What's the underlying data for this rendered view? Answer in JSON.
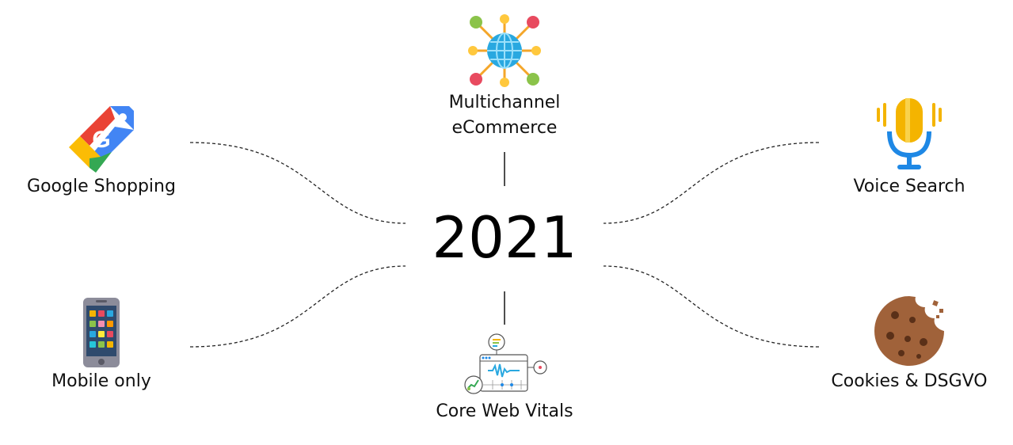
{
  "center": {
    "label": "2021"
  },
  "topics": {
    "multichannel": {
      "line1": "Multichannel",
      "line2": "eCommerce",
      "icon": "network-globe-icon"
    },
    "google_shopping": {
      "label": "Google Shopping",
      "icon": "google-shopping-tag-icon"
    },
    "voice_search": {
      "label": "Voice Search",
      "icon": "microphone-icon"
    },
    "mobile_only": {
      "label": "Mobile only",
      "icon": "smartphone-icon"
    },
    "cookies": {
      "label": "Cookies & DSGVO",
      "icon": "cookie-icon"
    },
    "core_web_vitals": {
      "label": "Core Web Vitals",
      "icon": "web-vitals-dashboard-icon"
    }
  },
  "colors": {
    "google_blue": "#4285F4",
    "google_red": "#EA4335",
    "google_yellow": "#FBBC05",
    "google_green": "#34A853",
    "mic_yellow": "#F4B400",
    "mic_blue": "#1E88E5",
    "cookie_brown": "#A0623A",
    "globe_blue": "#29A8E0"
  }
}
